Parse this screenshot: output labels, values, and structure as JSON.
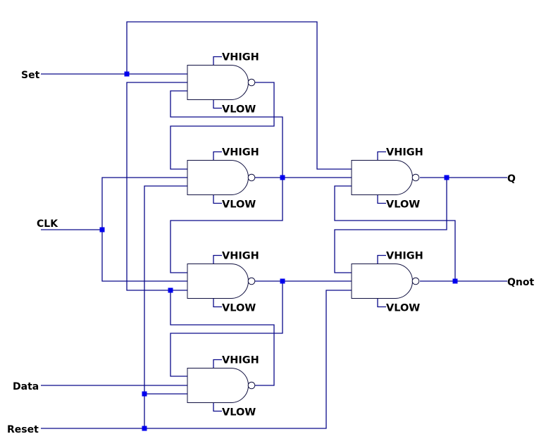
{
  "diagram": {
    "type": "logic-schematic",
    "description": "D flip-flop with asynchronous Set and Reset built from six 3-input NAND gates",
    "inputs": [
      "Set",
      "CLK",
      "Data",
      "Reset"
    ],
    "outputs": [
      "Q",
      "Qnot"
    ],
    "gates": [
      {
        "id": "nand1",
        "type": "NAND3",
        "supply_high": "VHIGH",
        "supply_low": "VLOW"
      },
      {
        "id": "nand2",
        "type": "NAND3",
        "supply_high": "VHIGH",
        "supply_low": "VLOW"
      },
      {
        "id": "nand3",
        "type": "NAND3",
        "supply_high": "VHIGH",
        "supply_low": "VLOW"
      },
      {
        "id": "nand4",
        "type": "NAND3",
        "supply_high": "VHIGH",
        "supply_low": "VLOW"
      },
      {
        "id": "nand5",
        "type": "NAND3",
        "supply_high": "VHIGH",
        "supply_low": "VLOW"
      },
      {
        "id": "nand6",
        "type": "NAND3",
        "supply_high": "VHIGH",
        "supply_low": "VLOW"
      }
    ],
    "labels": {
      "set": "Set",
      "clk": "CLK",
      "data": "Data",
      "reset": "Reset",
      "q": "Q",
      "qnot": "Qnot"
    },
    "colors": {
      "wire": "#0a0a8a",
      "junction": "#0000ee",
      "gate_outline": "#101040",
      "text": "#000000"
    }
  }
}
